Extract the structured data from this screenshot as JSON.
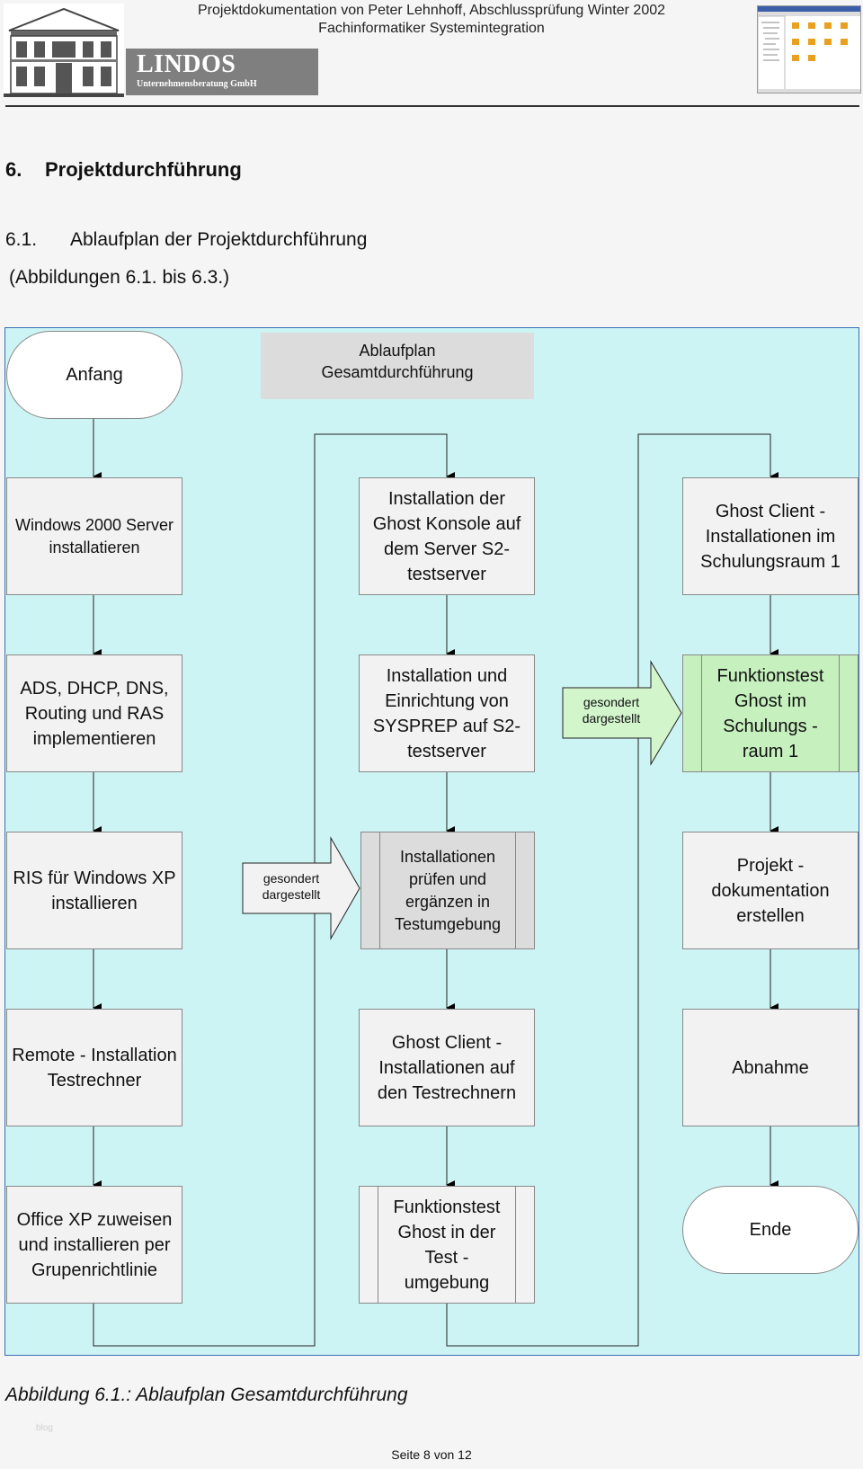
{
  "header": {
    "line1": "Projektdokumentation von Peter Lehnhoff, Abschlussprüfung Winter 2002",
    "line2": "Fachinformatiker Systemintegration",
    "logo_name": "LINDOS",
    "logo_subtitle": "Unternehmensberatung GmbH"
  },
  "section": {
    "number": "6.",
    "title": "Projektdurchführung"
  },
  "subsection": {
    "number": "6.1.",
    "title": "Ablaufplan der Projektdurchführung",
    "note": "(Abbildungen 6.1. bis 6.3.)"
  },
  "diagram": {
    "title_line1": "Ablaufplan",
    "title_line2": "Gesamtdurchführung",
    "col1": {
      "start": "Anfang",
      "step1": "Windows 2000 Server installatieren",
      "step2": "ADS, DHCP, DNS, Routing und RAS implementieren",
      "step3": "RIS für Windows XP installieren",
      "step4": "Remote - Installation Testrechner",
      "step5": "Office XP zuweisen und installieren per Grupenrichtlinie"
    },
    "col2": {
      "step1": "Installation der Ghost Konsole auf dem Server S2-testserver",
      "step2": "Installation und Einrichtung von SYSPREP auf S2-testserver",
      "step3": "Installationen prüfen und ergänzen in Testumgebung",
      "step4": "Ghost Client - Installationen auf den Testrechnern",
      "step5": "Funktionstest Ghost in der Test - umgebung"
    },
    "col3": {
      "step1": "Ghost Client - Installationen im Schulungsraum 1",
      "step2": "Funktionstest Ghost im Schulungs - raum 1",
      "step3": "Projekt - dokumentation erstellen",
      "step4": "Abnahme",
      "end": "Ende"
    },
    "callout_a_line1": "gesondert",
    "callout_a_line2": "dargestellt",
    "callout_b_line1": "gesondert",
    "callout_b_line2": "dargestellt",
    "colors": {
      "panel": "#cdf4f4",
      "highlight_green": "#c6f0be",
      "highlight_gray": "#dcdcdc",
      "border": "#3a6fb0"
    }
  },
  "caption": "Abbildung 6.1.: Ablaufplan Gesamtdurchführung",
  "footer": {
    "page": "Seite 8 von 12",
    "watermark": "blog"
  }
}
